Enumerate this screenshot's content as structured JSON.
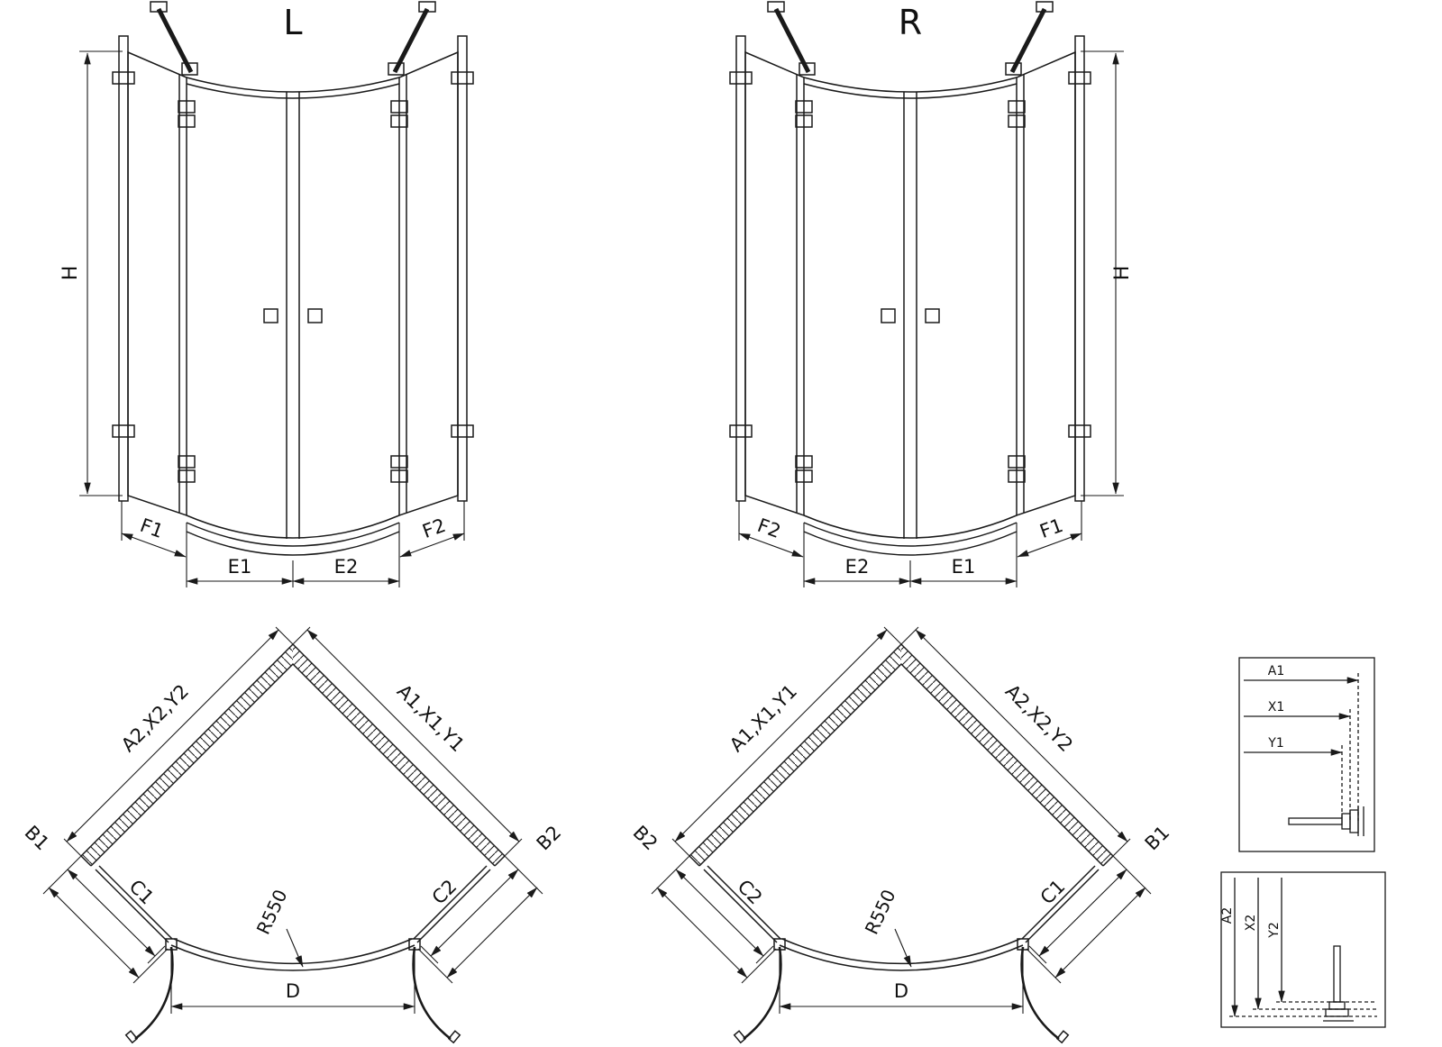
{
  "page": {
    "background": "#ffffff",
    "line_color": "#1a1a1a"
  },
  "elevation_left": {
    "title": "L",
    "height_label": "H",
    "dim_f_left": "F1",
    "dim_e_left": "E1",
    "dim_e_right": "E2",
    "dim_f_right": "F2"
  },
  "elevation_right": {
    "title": "R",
    "height_label": "H",
    "dim_f_left": "F2",
    "dim_e_left": "E2",
    "dim_e_right": "E1",
    "dim_f_right": "F1"
  },
  "plan_left": {
    "wall_left_label": "A2,X2,Y2",
    "wall_right_label": "A1,X1,Y1",
    "b_left": "B1",
    "b_right": "B2",
    "c_left": "C1",
    "c_right": "C2",
    "radius_label": "R550",
    "door_width_label": "D"
  },
  "plan_right": {
    "wall_left_label": "A1,X1,Y1",
    "wall_right_label": "A2,X2,Y2",
    "b_left": "B2",
    "b_right": "B1",
    "c_left": "C2",
    "c_right": "C1",
    "radius_label": "R550",
    "door_width_label": "D"
  },
  "detail_width": {
    "labels": [
      "A1",
      "X1",
      "Y1"
    ]
  },
  "detail_depth": {
    "labels": [
      "A2",
      "X2",
      "Y2"
    ]
  }
}
